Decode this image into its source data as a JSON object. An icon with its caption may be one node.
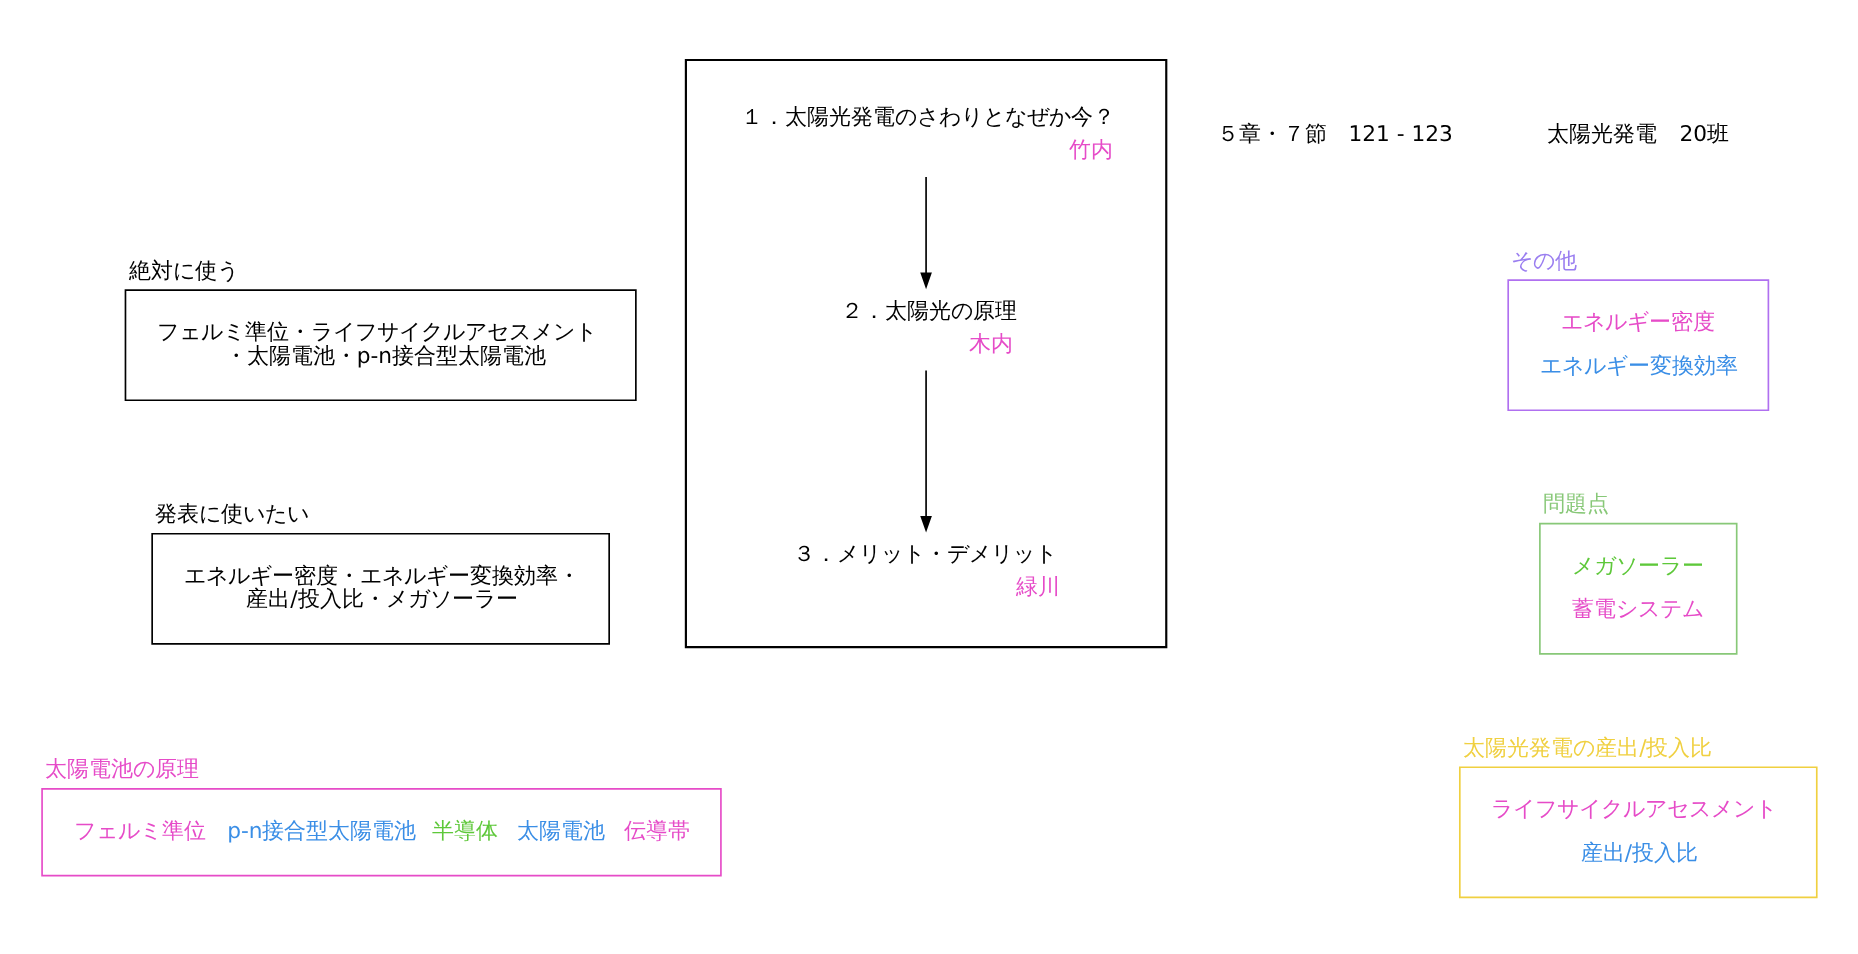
{
  "diagram": {
    "nodes": [
      {
        "text": [
          "絶対に使う",
          "フェルミ準位・ライフサイクルアセスメント・太陽電池・p-n接合型太陽電池"
        ]
      },
      {
        "text": [
          "発表に使いたい",
          "エネルギー密度・エネルギー変換効率・産出/投入比・メガソーラー"
        ]
      },
      {
        "text": [],
        "shape": "box"
      },
      {
        "text": [
          "１．太陽光発電のさわりとなぜか今？"
        ],
        "in": 2,
        "beside": [
          "竹内"
        ]
      },
      {
        "text": [
          "２．太陽光の原理"
        ],
        "in": 2,
        "beside": [
          "木内"
        ]
      },
      {
        "text": [
          "３．メリット・デメリット"
        ],
        "in": 2,
        "beside": [
          "緑川"
        ]
      },
      {
        "text": [
          "その他",
          "エネルギー密度",
          "エネルギー変換効率"
        ]
      },
      {
        "text": [
          "問題点",
          "メガソーラー",
          "蓄電システム"
        ]
      },
      {
        "text": [
          "太陽電池の原理",
          "フェルミ準位",
          "p-n接合型太陽電池",
          "半導体",
          "太陽電池",
          "伝導帯"
        ]
      },
      {
        "text": [
          "太陽光発電の産出/投入比",
          "ライフサイクルアセスメント",
          "産出/投入比"
        ]
      }
    ],
    "edges": [
      {
        "from": 3,
        "to": 4,
        "arrow": "to"
      },
      {
        "from": 4,
        "to": 5,
        "arrow": "to"
      }
    ],
    "labels": [
      "５章・７節　121 - 123",
      "太陽光発電　20班"
    ]
  }
}
